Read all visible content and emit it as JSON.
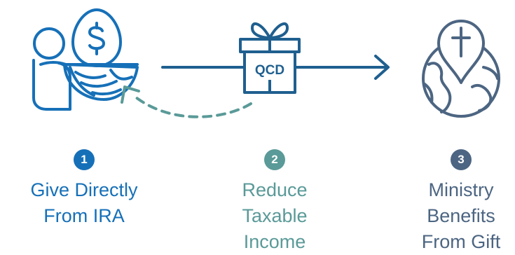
{
  "colors": {
    "blue": "#1670b8",
    "dark_blue": "#1f5f8f",
    "teal": "#5a9a98",
    "slate": "#4c6582",
    "white": "#ffffff"
  },
  "icons": {
    "step1": "hand-holding-dollar-egg-nest-icon",
    "step2": "gift-box-icon",
    "step3": "globe-with-cross-pin-icon"
  },
  "gift_label": "QCD",
  "steps": [
    {
      "number": "1",
      "lines": [
        "Give Directly",
        "From IRA"
      ]
    },
    {
      "number": "2",
      "lines": [
        "Reduce",
        "Taxable",
        "Income"
      ]
    },
    {
      "number": "3",
      "lines": [
        "Ministry",
        "Benefits",
        "From Gift"
      ]
    }
  ]
}
